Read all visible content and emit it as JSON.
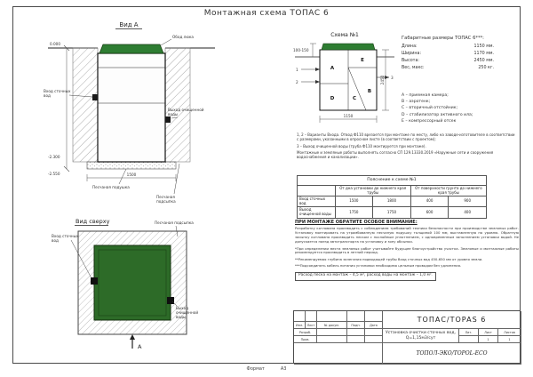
{
  "sheet": {
    "title": "Монтажная схема ТОПАС 6",
    "format_label": "Формат",
    "format_value": "А3"
  },
  "view_a": {
    "label": "Вид А",
    "lid_callout": "Обод люка",
    "inlet_line1": "Вход сточных",
    "inlet_line2": "вод",
    "outlet_line1": "Выход очищенной",
    "outlet_line2": "воды",
    "sand_cushion": "Песчаная подушка",
    "backfill_line1": "Песчаная",
    "backfill_line2": "подсыпка",
    "elev_top": "0.000",
    "elev_pit": "-2.300",
    "elev_base": "-2.550",
    "base_dim": "1500"
  },
  "view_top": {
    "label": "Вид сверху",
    "inlet_line1": "Вход сточных",
    "inlet_line2": "вод",
    "backfill": "Песчаная подсыпка",
    "outlet_line1": "Выход",
    "outlet_line2": "очищенной",
    "outlet_line3": "воды",
    "section_mark": "А"
  },
  "scheme1": {
    "label": "Схема №1",
    "dim_top": "100-150",
    "mark1": "1",
    "mark2": "2",
    "mark3": "3",
    "letter_a": "A",
    "letter_b": "B",
    "letter_c": "C",
    "letter_d": "D",
    "letter_e": "E",
    "dim_bottom": "1150",
    "dim_right": "2450"
  },
  "dimensions": {
    "title": "Габаритные размеры ТОПАС 6***:",
    "rows": [
      {
        "label": "Длина:",
        "value": "1150 мм."
      },
      {
        "label": "Ширина:",
        "value": "1170 мм."
      },
      {
        "label": "Высота:",
        "value": "2450 мм."
      },
      {
        "label": "Вес, макс:",
        "value": "250 кг."
      }
    ]
  },
  "legend": {
    "items": [
      "A – приемная камера;",
      "B – аэротенк;",
      "C – вторичный отстойник;",
      "D – стабилизатор активного ила;",
      "E – компрессорный отсек"
    ]
  },
  "notes": {
    "line1": "1, 2 – Варианты Входа. Отвод Ф110 врезается при монтаже по месту, либо на заводе-изготовителе в соответствии с размерами, указанными в опросном листе (в соответствии с проектом);",
    "line2": "3 – Выход очищенной воды (труба Ф110 монтируется при монтаже).",
    "line3": "Монтажные и земляные работы выполнять согласно СП 129.13330.2019 «Наружные сети и сооружения водоснабжения и канализации»."
  },
  "table": {
    "caption": "Пояснение к схеме №1",
    "col1": "От дна установки до нижнего края трубы",
    "col2": "От поверхности грунта до нижнего края трубы",
    "rows": [
      {
        "label": "Вход сточных вод",
        "v1": "1500",
        "v2": "1800",
        "v3": "400",
        "v4": "900"
      },
      {
        "label": "Выход очищенной воды",
        "v1": "1750",
        "v2": "1750",
        "v3": "600",
        "v4": "400"
      }
    ]
  },
  "attention": {
    "heading": "ПРИ МОНТАЖЕ ОБРАТИТЕ ОСОБОЕ ВНИМАНИЕ:",
    "p1": "Разработку котлована производить с соблюдением требований техники безопасности при производстве земляных работ. Установку монтировать на утрамбованную песчаную подушку толщиной 100 мм, выставленную по уровню. Обратную засыпку котлована производить песком с послойным уплотнением, с одновременным заполнением установки водой. Не допускается наезд автотранспорта на установку и зону обсыпки.",
    "p2": "*При определении места земляных работ учитывайте будущее благоустройство участка. Земляные и монтажные работы рекомендуется производить в летний период.",
    "p3": "**Рекомендуемая глубина залегания подводящей трубы Вход сточных вод 450-650 мм от уровня земли.",
    "p4": "***Подсоединять кабель питания установки необходимо цельным проводом без удлинения.",
    "consumption": "Расход песка на монтаж – 4,5 м³, расход воды на монтаж – 1,0 м³."
  },
  "titleblock": {
    "code": "ТОПАС/TOPAS 6",
    "name1": "Установка очистки сточных вод,",
    "name2": "Q=1,15м3/сут",
    "company": "ТОПОЛ-ЭКО/TOPOL-ECO",
    "cols": [
      "Изм.",
      "Лист",
      "№ докум.",
      "Подп.",
      "Дата"
    ],
    "row_dev": "Разраб.",
    "row_check": "Пров.",
    "lit_label": "Лит.",
    "sheet_label": "Лист",
    "sheets_label": "Листов",
    "sheet_value": "1",
    "sheets_value": "1"
  }
}
